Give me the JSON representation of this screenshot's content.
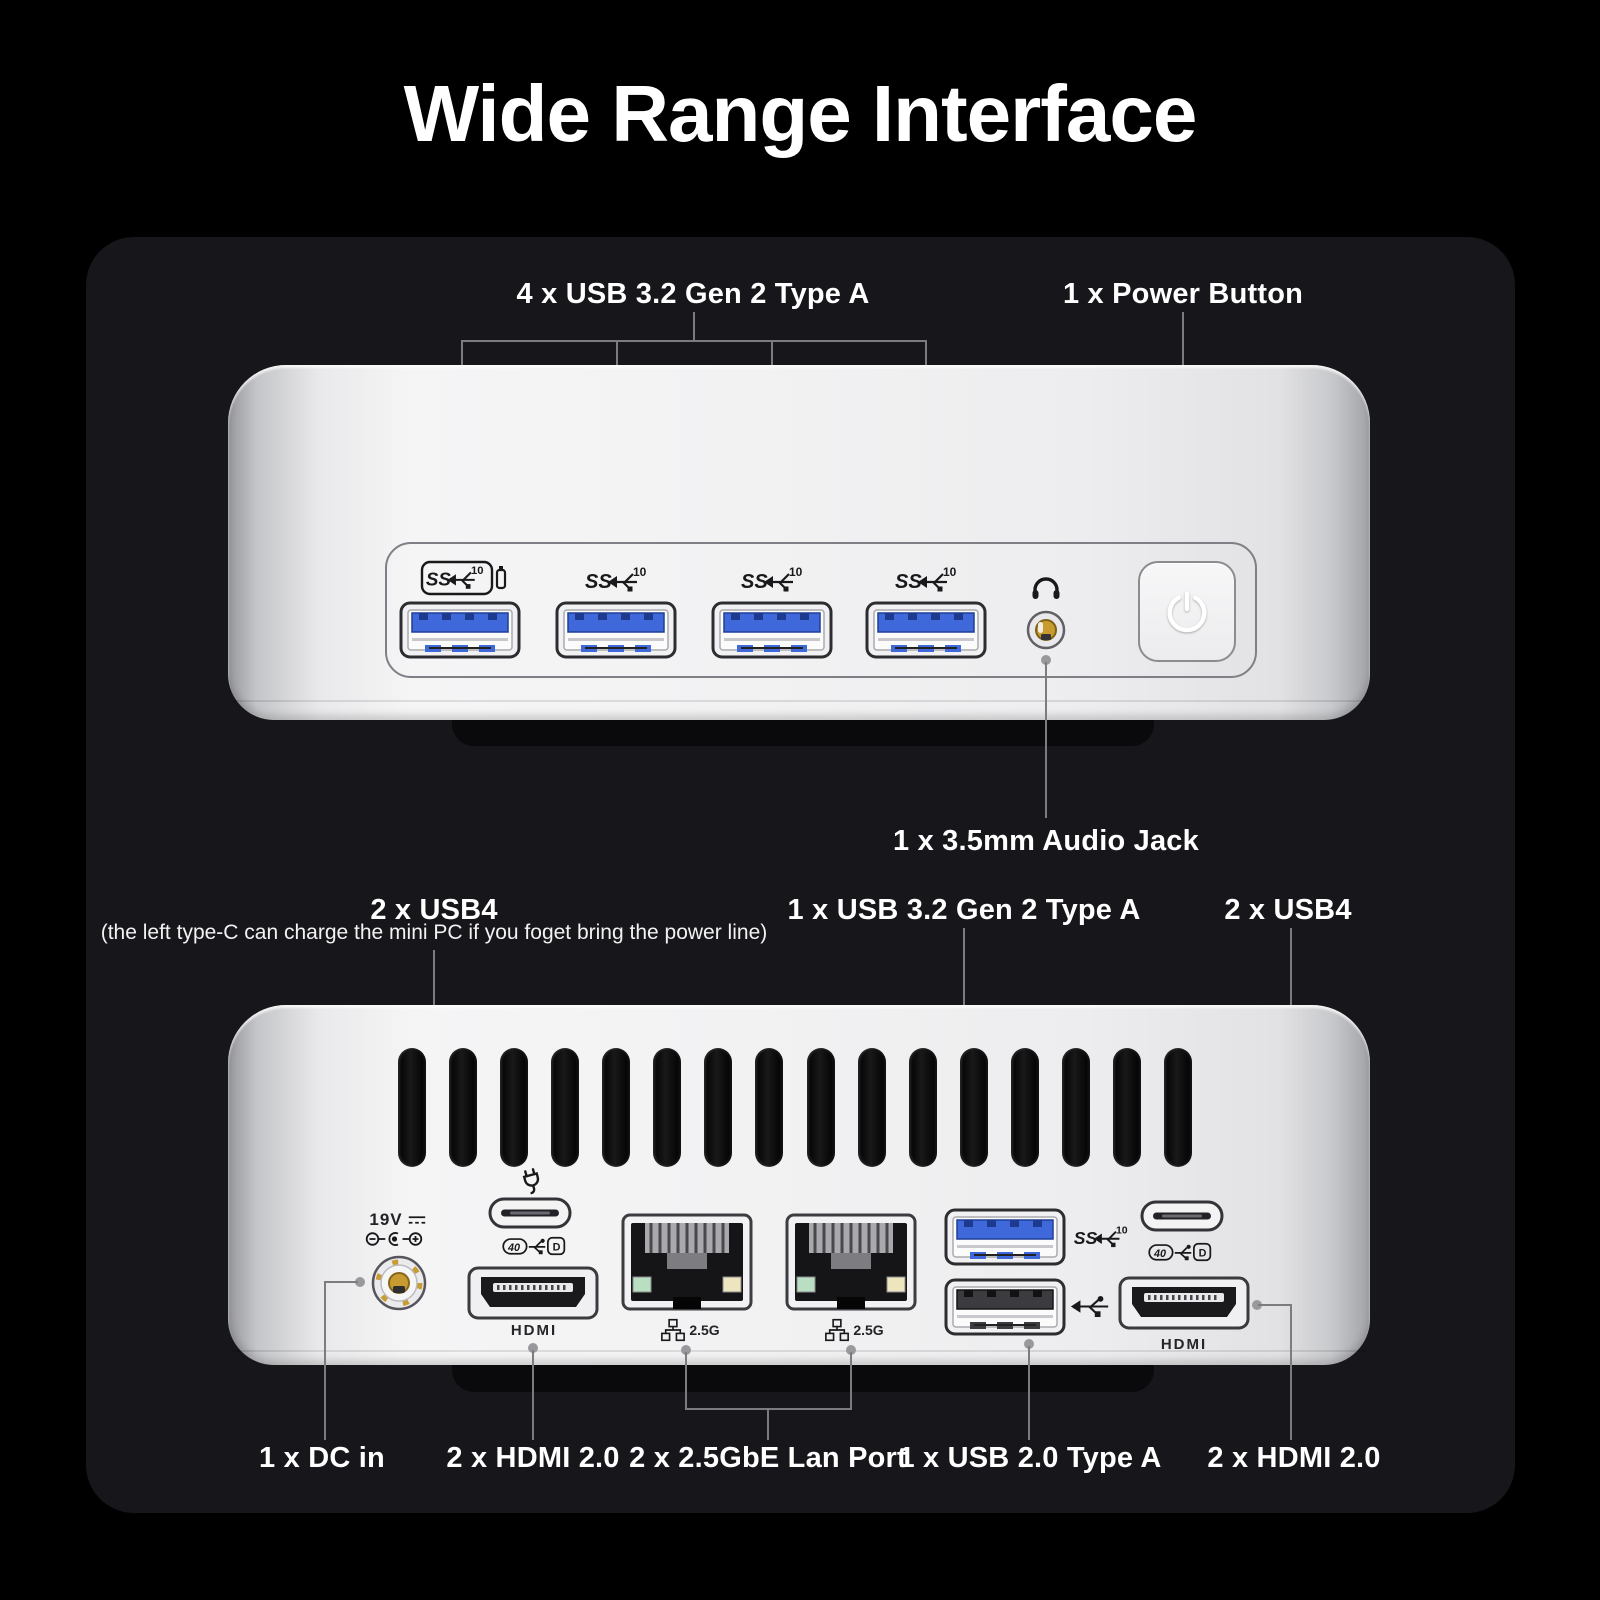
{
  "title": "Wide Range Interface",
  "front_view": {
    "label_usb": "4 x USB 3.2 Gen 2 Type A",
    "label_power": "1 x Power Button",
    "label_audio": "1 x 3.5mm Audio Jack"
  },
  "back_view": {
    "label_usb4_left": "2 x USB4",
    "note_usb4_left": "(the left type-C can charge the mini PC if you foget bring the power line)",
    "label_usb32": "1 x USB 3.2 Gen 2 Type A",
    "label_usb4_right": "2 x USB4",
    "label_dc": "1 x DC in",
    "label_hdmi_left": "2 x HDMI 2.0",
    "label_lan": "2 x 2.5GbE Lan Port",
    "label_usb20": "1 x USB 2.0 Type A",
    "label_hdmi_right": "2 x HDMI 2.0"
  },
  "port_markings": {
    "ss": "SS",
    "speed10": "10",
    "speed40": "40",
    "displayport": "D",
    "hdmi": "HDMI",
    "lan_speed": "2.5G",
    "dc_voltage": "19V"
  },
  "colors": {
    "background": "#000000",
    "card": "#16161b",
    "device_silver": "#f2f2f3",
    "usb_blue": "#3f68da",
    "dc_gold": "#c89b30",
    "callout_line": "#7b7b80",
    "text": "#ffffff"
  }
}
